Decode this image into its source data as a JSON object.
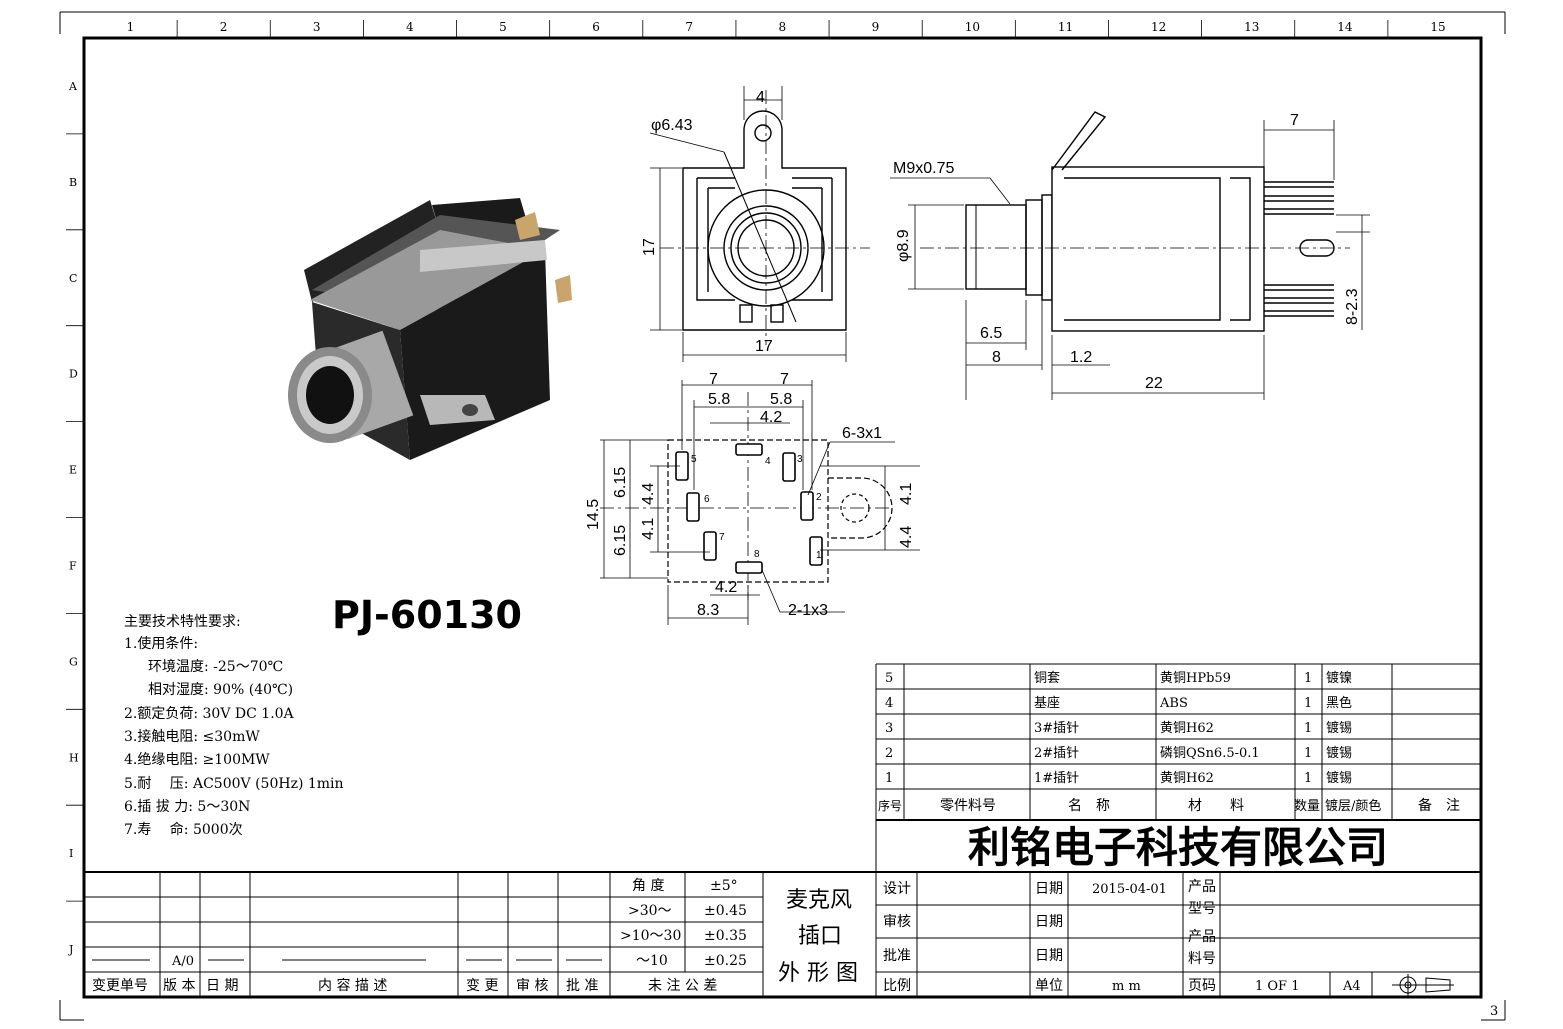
{
  "frame": {
    "cols": [
      "1",
      "2",
      "3",
      "4",
      "5",
      "6",
      "7",
      "8",
      "9",
      "10",
      "11",
      "12",
      "13",
      "14",
      "15"
    ],
    "rows": [
      "A",
      "B",
      "C",
      "D",
      "E",
      "F",
      "G",
      "H",
      "I",
      "J"
    ],
    "sheet_no": "3"
  },
  "part_title": "PJ-60130",
  "specs": {
    "title": "主要技术特性要求:",
    "lines": [
      "1.使用条件:",
      "环境温度: -25～70℃",
      "相对湿度: 90% (40℃)",
      "2.额定负荷: 30V DC 1.0A",
      "3.接触电阻: ≤30mW",
      "4.绝缘电阻: ≥100MW",
      "5.耐　 压: AC500V (50Hz) 1min",
      "6.插 拔 力: 5～30N",
      "7.寿　 命: 5000次"
    ]
  },
  "dimensions": {
    "front": {
      "top": "4",
      "hole": "φ6.43",
      "height": "17",
      "width": "17"
    },
    "side": {
      "thread": "M9x0.75",
      "dia": "φ8.9",
      "pin_len": "7",
      "d65": "6.5",
      "d8": "8",
      "d12": "1.2",
      "d22": "22",
      "pin_pitch": "8-2.3"
    },
    "bottom": {
      "w7a": "7",
      "w7b": "7",
      "w58a": "5.8",
      "w58b": "5.8",
      "w42a": "4.2",
      "w42b": "4.2",
      "w83": "8.3",
      "h145": "14.5",
      "h615a": "6.15",
      "h615b": "6.15",
      "h44a": "4.4",
      "h41a": "4.1",
      "h41b": "4.1",
      "h44b": "4.4",
      "slots_a": "6-3x1",
      "slots_b": "2-1x3",
      "pins": [
        "1",
        "2",
        "3",
        "4",
        "5",
        "6",
        "7",
        "8"
      ]
    }
  },
  "bom": {
    "rows": [
      {
        "no": "5",
        "part": "",
        "name": "铜套",
        "mat": "黄铜HPb59",
        "qty": "1",
        "finish": "镀镍",
        "note": ""
      },
      {
        "no": "4",
        "part": "",
        "name": "基座",
        "mat": "ABS",
        "qty": "1",
        "finish": "黑色",
        "note": ""
      },
      {
        "no": "3",
        "part": "",
        "name": "3#插针",
        "mat": "黄铜H62",
        "qty": "1",
        "finish": "镀锡",
        "note": ""
      },
      {
        "no": "2",
        "part": "",
        "name": "2#插针",
        "mat": "磷铜QSn6.5-0.1",
        "qty": "1",
        "finish": "镀锡",
        "note": ""
      },
      {
        "no": "1",
        "part": "",
        "name": "1#插针",
        "mat": "黄铜H62",
        "qty": "1",
        "finish": "镀锡",
        "note": ""
      }
    ],
    "header": {
      "no": "序号",
      "part": "零件料号",
      "name": "名　称",
      "mat": "材　　料",
      "qty": "数量",
      "finish": "镀层/颜色",
      "note": "备　注"
    }
  },
  "company": "利铭电子科技有限公司",
  "title_block": {
    "design": "设计",
    "check": "审核",
    "approve": "批准",
    "scale": "比例",
    "date": "日期",
    "date_value": "2015-04-01",
    "unit": "单位",
    "unit_value": "m m",
    "product_model_1": "产品",
    "product_model_2": "型号",
    "product_no_1": "产品",
    "product_no_2": "料号",
    "page": "页码",
    "page_value": "1 OF 1",
    "size": "A4",
    "product_title": [
      "麦克风",
      "插口",
      "外 形 图"
    ]
  },
  "tolerance": {
    "head": "角 度",
    "head_val": "±5°",
    "rows": [
      [
        ">30～",
        "±0.45"
      ],
      [
        ">10～30",
        "±0.35"
      ],
      [
        "～10",
        "±0.25"
      ]
    ],
    "footer": "未 注 公 差"
  },
  "revision": {
    "rev_value": "A/0",
    "labels": [
      "变更单号",
      "版 本",
      "日 期",
      "内 容 描 述",
      "变 更",
      "审 核",
      "批 准"
    ]
  }
}
